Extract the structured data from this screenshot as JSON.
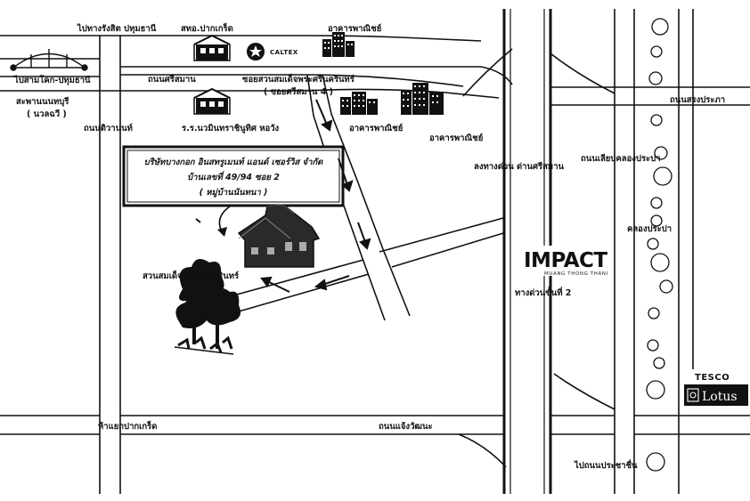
{
  "labels": {
    "to_rangsit": "ไปทางรังสิต ปทุมธานี",
    "post_office": "สทอ.ปากเกร็ด",
    "caltex": "CALTEX",
    "commercial_bldg_top": "อาคารพาณิชย์",
    "to_nonthaburi": "ไปสามโคก-ปทุมธานี",
    "srisaman_rd": "ถนนศรีสมาน",
    "soi_name": "ซอยสวนสมเด็จพระศรีนครินทร์",
    "soi_number": "( ซอยศรีสมาน 4 )",
    "bridge": "สะพานนนทบุรี",
    "bridge_sub": "( นวลฉวี )",
    "chaengwattana_rd_left": "ถนนติวานนท์",
    "school": "ร.ร.นวมินทราชินูทิศ หอวัง",
    "commercial_bldg_mid": "อาคารพาณิชย์",
    "commercial_bldg_right": "อาคารพาณิชย์",
    "songprapa_rd": "ถนนสรงประภา",
    "expressway_down": "ลงทางด่วน ด่านศรีสมาน",
    "canal_side_rd": "ถนนเลียบคลองประปา",
    "canal": "คลองประปา",
    "park": "สวนสมเด็จพระศรีนครินทร์",
    "expressway_2": "ทางด่วนขั้นที่ 2",
    "pakkret_junction": "ห้าแยกปากเกร็ด",
    "chaengwattana_rd": "ถนนแจ้งวัฒนะ",
    "to_prachachuen": "ไปถนนประชาชื่น"
  },
  "company_box": {
    "line1": "บริษัทบางกอก อินสทรูเมนท์ แอนด์ เซอร์วิส จำกัด",
    "line2": "บ้านเลขที่ 49/94 ซอย 2",
    "line3": "( หมู่บ้านนันทนา )"
  },
  "impact_logo": {
    "title": "IMPACT",
    "subtitle": "MUANG THONG THANI"
  },
  "tesco_logo": {
    "brand": "TESCO",
    "sub": "Lotus"
  },
  "colors": {
    "ink": "#111111",
    "paper": "#ffffff"
  }
}
